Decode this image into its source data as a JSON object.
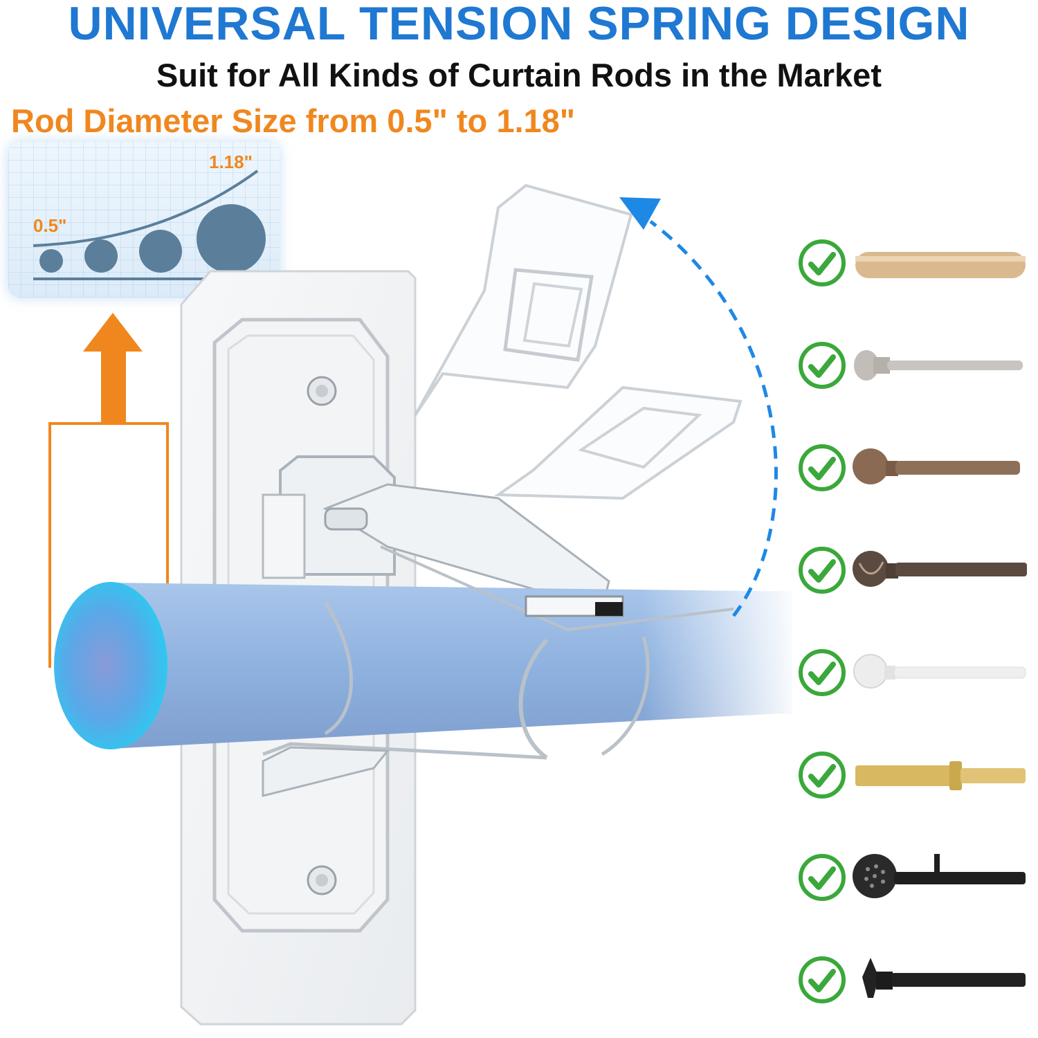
{
  "header": {
    "title": "UNIVERSAL TENSION SPRING DESIGN",
    "subtitle": "Suit for All Kinds of Curtain Rods in the Market",
    "size_range": "Rod Diameter Size from 0.5\" to  1.18\""
  },
  "size_chart": {
    "min_label": "0.5\"",
    "max_label": "1.18\""
  },
  "colors": {
    "title_blue": "#1f78d1",
    "accent_orange": "#f0871e",
    "check_green": "#3aa83a",
    "arrow_blue": "#1e88e5"
  },
  "compatible_rods": [
    {
      "name": "wood-rod-icon",
      "finish": "#d9b98e"
    },
    {
      "name": "silver-finial-rod-icon",
      "finish": "#c2bdb8"
    },
    {
      "name": "bronze-ball-rod-icon",
      "finish": "#8a6a52"
    },
    {
      "name": "dark-bronze-ornate-rod-icon",
      "finish": "#5a4a40"
    },
    {
      "name": "white-ball-rod-icon",
      "finish": "#ededed"
    },
    {
      "name": "gold-rod-icon",
      "finish": "#d8b860"
    },
    {
      "name": "black-mesh-ball-rod-icon",
      "finish": "#2a2a2a"
    },
    {
      "name": "black-finial-rod-icon",
      "finish": "#222222"
    }
  ]
}
